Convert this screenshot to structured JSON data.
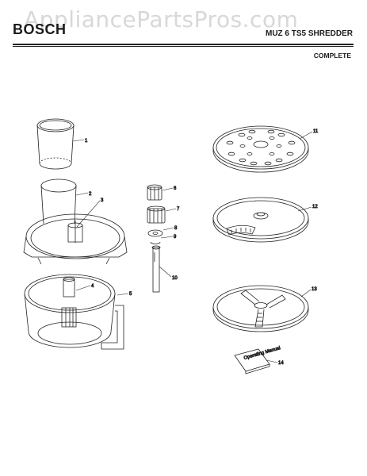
{
  "watermark": "AppliancePartsPros.com",
  "header": {
    "brand": "BOSCH",
    "model": "MUZ 6 TS5 SHREDDER",
    "subtitle": "COMPLETE"
  },
  "callouts": [
    {
      "id": "part-1",
      "label": "1"
    },
    {
      "id": "part-2",
      "label": "2"
    },
    {
      "id": "part-3",
      "label": "3"
    },
    {
      "id": "part-4",
      "label": "4"
    },
    {
      "id": "part-5",
      "label": "5"
    },
    {
      "id": "part-6",
      "label": "6"
    },
    {
      "id": "part-7",
      "label": "7"
    },
    {
      "id": "part-8",
      "label": "8"
    },
    {
      "id": "part-9",
      "label": "9"
    },
    {
      "id": "part-10",
      "label": "10"
    },
    {
      "id": "part-11",
      "label": "11"
    },
    {
      "id": "part-12",
      "label": "12"
    },
    {
      "id": "part-13",
      "label": "13"
    },
    {
      "id": "part-14",
      "label": "14"
    }
  ],
  "manual_cover_text": "Operating Manual",
  "colors": {
    "line": "#222222",
    "watermark": "#d8d8d8",
    "background": "#ffffff"
  }
}
